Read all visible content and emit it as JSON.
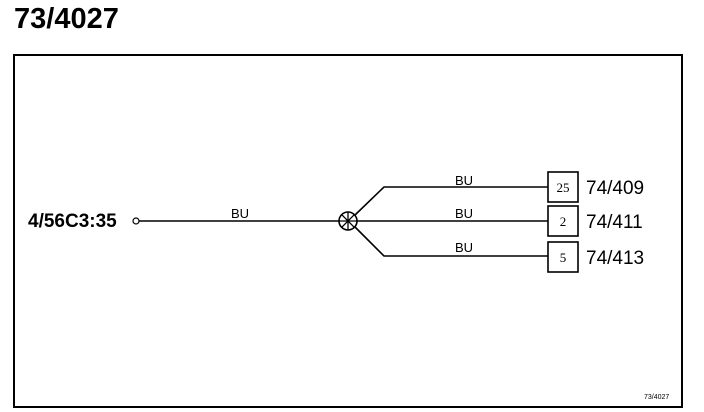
{
  "page": {
    "title": "73/4027"
  },
  "diagram": {
    "source_connector": "4/56C3:35",
    "main_wire_color": "BU",
    "branches": [
      {
        "wire_color": "BU",
        "pin": "25",
        "destination": "74/409"
      },
      {
        "wire_color": "BU",
        "pin": "2",
        "destination": "74/411"
      },
      {
        "wire_color": "BU",
        "pin": "5",
        "destination": "74/413"
      }
    ],
    "reference_code": "73/4027"
  }
}
